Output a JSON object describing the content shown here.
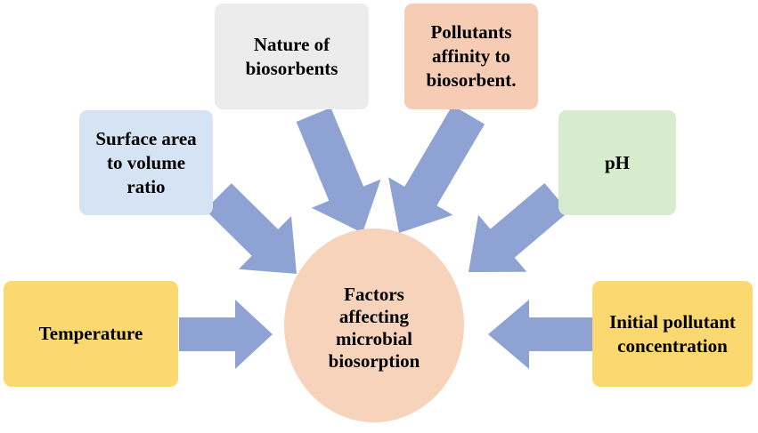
{
  "center": {
    "label": "Factors\naffecting\nmicrobial\nbiosorption"
  },
  "factors": {
    "surface_area": "Surface area\nto volume\nratio",
    "nature": "Nature of\nbiosorbents",
    "pollutants": "Pollutants\naffinity to\nbiosorbent.",
    "ph": "pH",
    "temperature": "Temperature",
    "initial_concentration": "Initial pollutant\nconcentration"
  },
  "colors": {
    "arrow": "#8fa2d4",
    "center": "#f8d3bc",
    "surface_area": "#d5e3f4",
    "nature": "#ececec",
    "pollutants": "#f6ccb4",
    "ph": "#d7ebcd",
    "temperature": "#fbd870",
    "initial_concentration": "#fbd870"
  }
}
